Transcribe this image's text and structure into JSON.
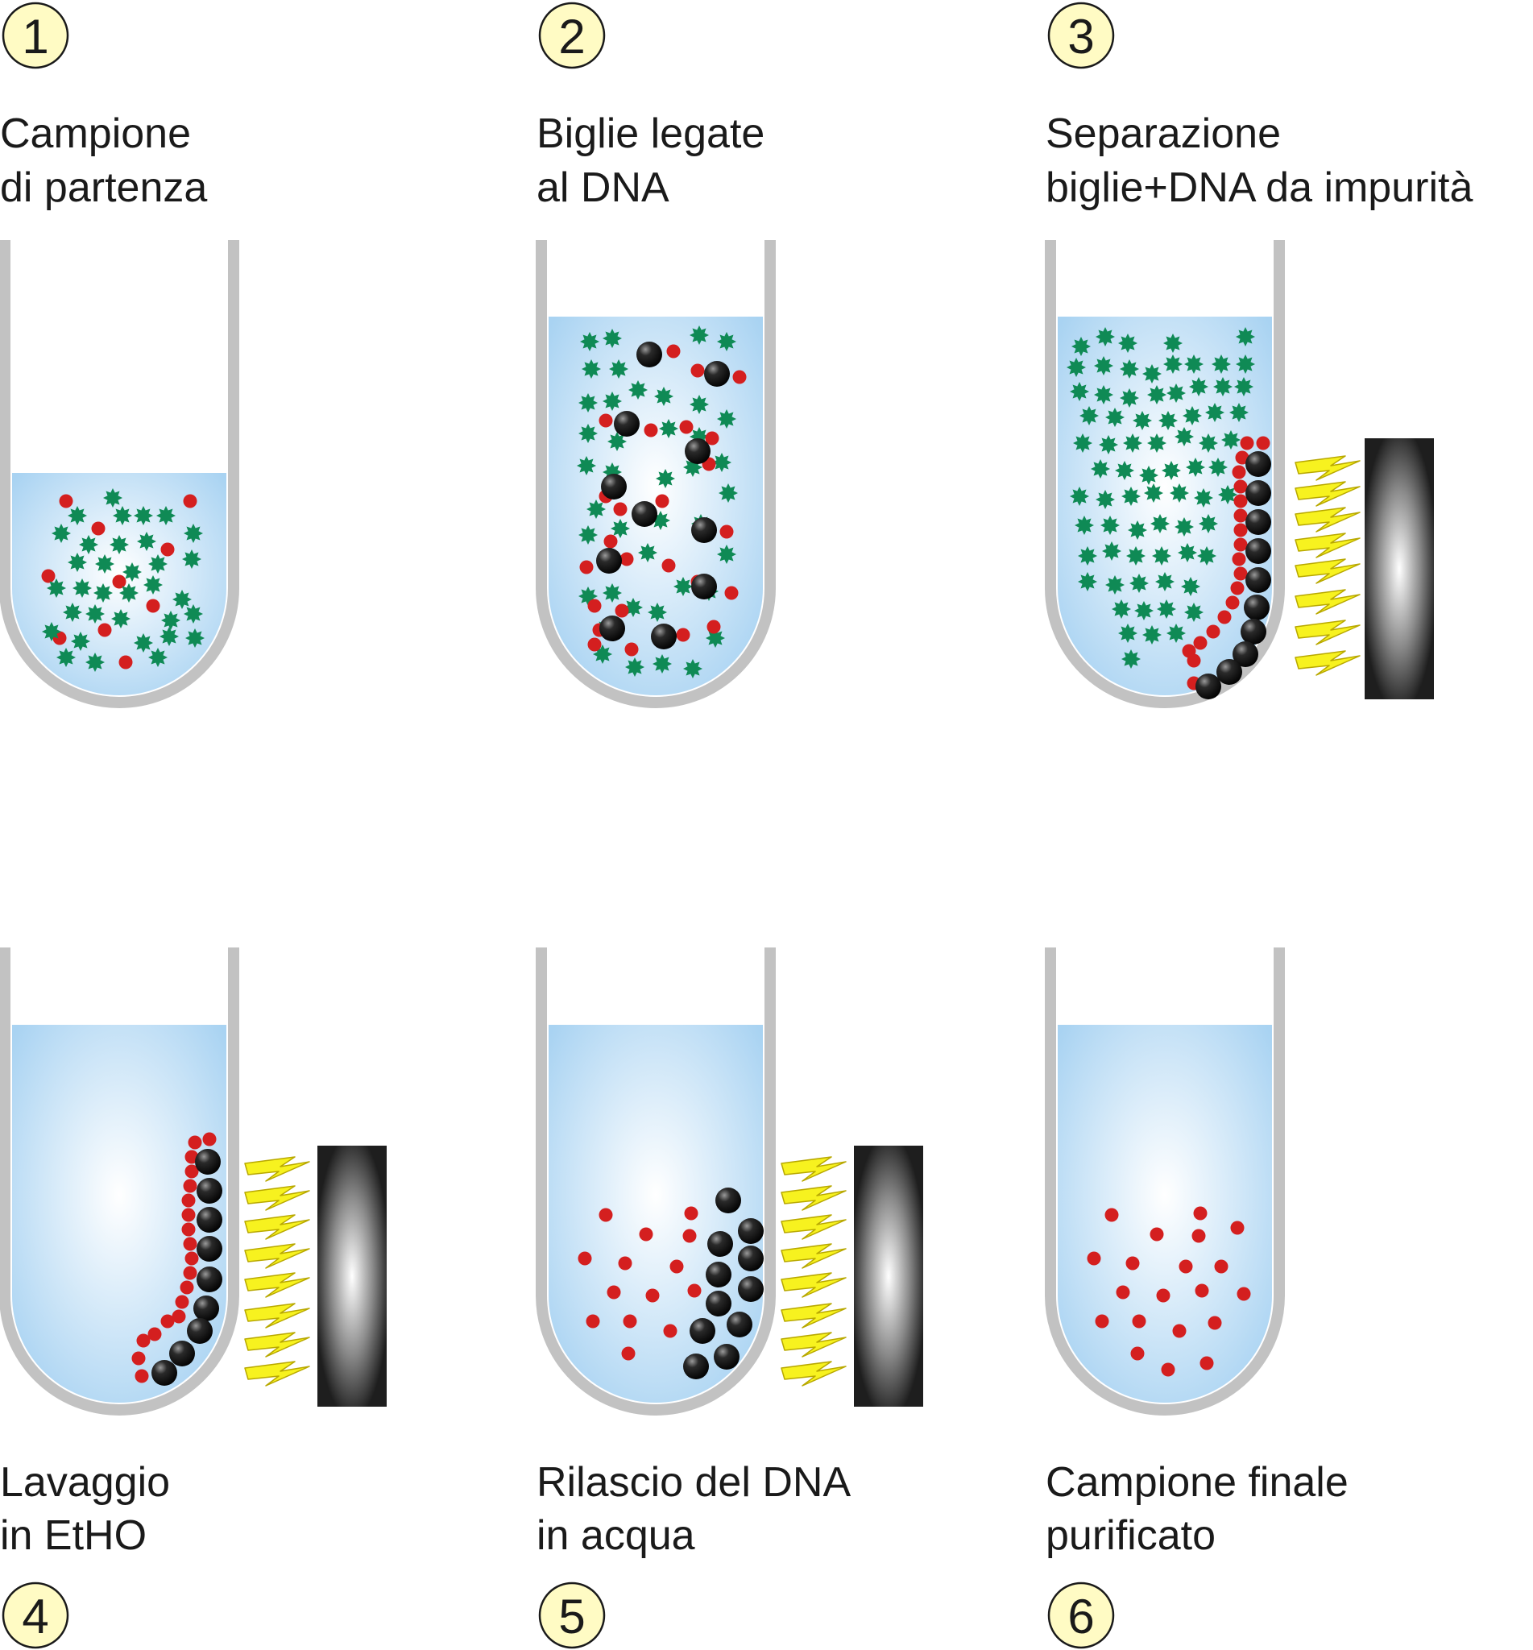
{
  "colors": {
    "tube_wall": "#c2c2c2",
    "liquid_top": "#a9d3f2",
    "liquid_center": "#ffffff",
    "dna_red": "#d41f1f",
    "impurity_green": "#0f8a55",
    "bead_black": "#1a1a1a",
    "badge_fill": "#fffbc4",
    "bolt_yellow": "#f7f21f",
    "magnet_dark": "#222222"
  },
  "steps": [
    {
      "number": "1",
      "caption_line1": "Campione",
      "caption_line2": "di partenza"
    },
    {
      "number": "2",
      "caption_line1": "Biglie legate",
      "caption_line2": "al DNA"
    },
    {
      "number": "3",
      "caption_line1": "Separazione",
      "caption_line2": "biglie+DNA da impurità"
    },
    {
      "number": "4",
      "caption_line1": "Lavaggio",
      "caption_line2": "in EtHO"
    },
    {
      "number": "5",
      "caption_line1": "Rilascio del DNA",
      "caption_line2": "in acqua"
    },
    {
      "number": "6",
      "caption_line1": "Campione finale",
      "caption_line2": "purificato"
    }
  ],
  "icons": {
    "dna": "red-dot-icon",
    "impurity": "green-star-icon",
    "bead": "black-sphere-icon",
    "magnet": "magnet-bar-icon",
    "field": "lightning-bolt-icon"
  }
}
